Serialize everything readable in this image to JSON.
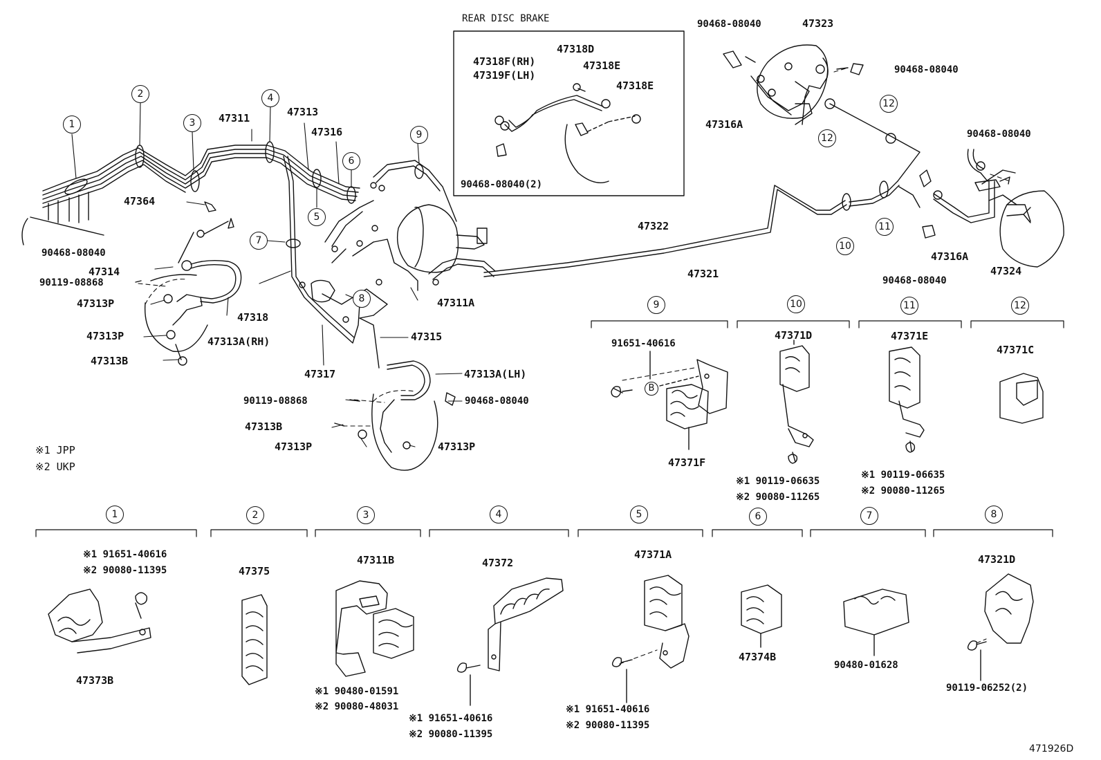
{
  "inset_title": "REAR DISC BRAKE",
  "drawing_code": "471926D",
  "notes": {
    "n1": "※1 JPP",
    "n2": "※2 UKP"
  },
  "callouts": [
    "1",
    "2",
    "3",
    "4",
    "5",
    "6",
    "7",
    "8",
    "9",
    "10",
    "11",
    "12"
  ],
  "brace_mark": "B",
  "parts": {
    "p47311": "47311",
    "p47313": "47313",
    "p47316": "47316",
    "p47364": "47364",
    "p90468_l": "90468-08040",
    "p47314": "47314",
    "p90119_l": "90119-08868",
    "p47313P_a": "47313P",
    "p47313P_b": "47313P",
    "p47313B_a": "47313B",
    "p47318": "47318",
    "p47313A_RH": "47313A(RH)",
    "p47317": "47317",
    "p47315": "47315",
    "p47313A_LH": "47313A(LH)",
    "p90119_c": "90119-08868",
    "p90468_c": "90468-08040",
    "p47313B_b": "47313B",
    "p47313P_c": "47313P",
    "p47313P_d": "47313P",
    "p47311A": "47311A",
    "p47322": "47322",
    "p47321": "47321",
    "in_47318F": "47318F(RH)",
    "in_47319F": "47319F(LH)",
    "in_47318D": "47318D",
    "in_47318E_a": "47318E",
    "in_47318E_b": "47318E",
    "in_90468": "90468-08040(2)",
    "r_90468_a": "90468-08040",
    "r_47323": "47323",
    "r_90468_b": "90468-08040",
    "r_47316A_a": "47316A",
    "r_90468_c": "90468-08040",
    "r_47316A_b": "47316A",
    "r_47324": "47324",
    "r_90468_d": "90468-08040"
  },
  "detail_parts": {
    "d9_bolt": "91651-40616",
    "d9_part": "47371F",
    "d10_part": "47371D",
    "d10_n1": "※1 90119-06635",
    "d10_n2": "※2 90080-11265",
    "d11_part": "47371E",
    "d11_n1": "※1 90119-06635",
    "d11_n2": "※2 90080-11265",
    "d12_part": "47371C",
    "d1_n1": "※1 91651-40616",
    "d1_n2": "※2 90080-11395",
    "d1_part": "47373B",
    "d2_part": "47375",
    "d3_part": "47311B",
    "d3_n1": "※1  90480-01591",
    "d3_n2": "※2  90080-48031",
    "d4_part": "47372",
    "d4_n1": "※1 91651-40616",
    "d4_n2": "※2 90080-11395",
    "d5_part": "47371A",
    "d5_n1": "※1 91651-40616",
    "d5_n2": "※2 90080-11395",
    "d6_part": "47374B",
    "d7_part": "90480-01628",
    "d8_part": "47321D",
    "d8_bolt": "90119-06252(2)"
  }
}
